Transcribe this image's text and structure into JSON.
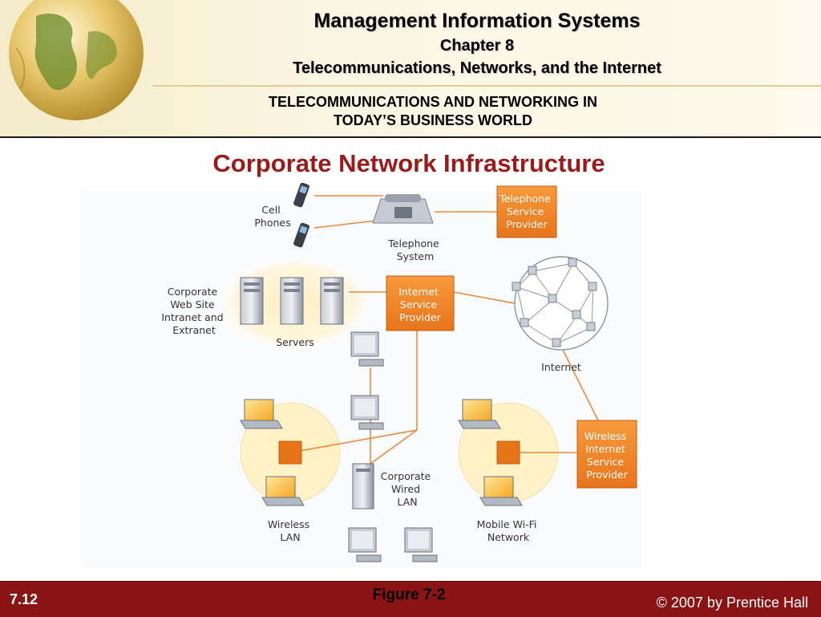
{
  "header": {
    "title": "Management Information Systems",
    "chapter": "Chapter 8",
    "chapter_title": "Telecommunications, Networks, and the Internet",
    "section_line1": "TELECOMMUNICATIONS AND NETWORKING IN",
    "section_line2": "TODAY’S BUSINESS WORLD"
  },
  "slide_title": "Corporate Network Infrastructure",
  "diagram": {
    "cell_phones": [
      "Cell",
      "Phones"
    ],
    "telephone_system": [
      "Telephone",
      "System"
    ],
    "telephone_provider": [
      "Telephone",
      "Service",
      "Provider"
    ],
    "corporate_web": [
      "Corporate",
      "Web Site",
      "Intranet and",
      "Extranet"
    ],
    "servers": "Servers",
    "isp": [
      "Internet",
      "Service",
      "Provider"
    ],
    "internet": "Internet",
    "wireless_isp": [
      "Wireless",
      "Internet",
      "Service",
      "Provider"
    ],
    "corporate_lan": [
      "Corporate",
      "Wired",
      "LAN"
    ],
    "wireless_lan": [
      "Wireless",
      "LAN"
    ],
    "mobile_wifi": [
      "Mobile Wi-Fi",
      "Network"
    ]
  },
  "colors": {
    "title_red": "#9b1b1b",
    "footer_red": "#8a1414",
    "provider_orange": "#f2892b",
    "link_orange": "#e98a3c"
  },
  "footer": {
    "slide_number": "7.12",
    "figure": "Figure 7-2",
    "copyright": "© 2007 by Prentice Hall"
  }
}
